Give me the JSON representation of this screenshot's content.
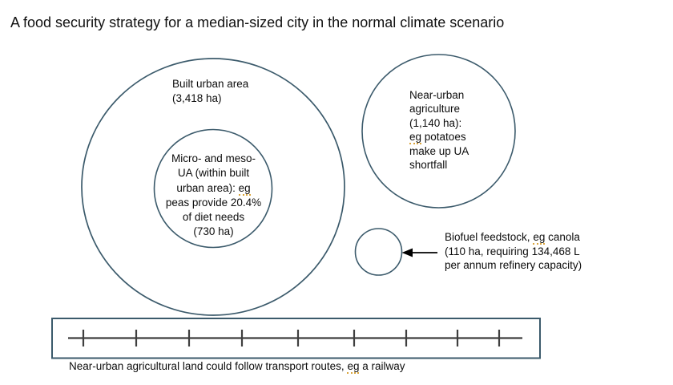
{
  "slide": {
    "title": "A food security strategy for a median-sized city in the normal climate scenario"
  },
  "built_urban_area": {
    "line1": "Built urban area",
    "line2": "(3,418 ha)"
  },
  "micro_meso_ua": {
    "line1": "Micro- and meso-",
    "line2": "UA (within built",
    "line3_pre": "urban area): ",
    "line3_eg": "eg",
    "line4": "peas provide 20.4%",
    "line5": "of diet needs",
    "line6": "(730 ha)"
  },
  "near_urban_agriculture": {
    "line1": "Near-urban",
    "line2": "agriculture",
    "line3": "(1,140 ha):",
    "line4_eg": "eg",
    "line4_post": " potatoes",
    "line5": "make up UA",
    "line6": "shortfall"
  },
  "biofuel_feedstock": {
    "line1_pre": "Biofuel feedstock, ",
    "line1_eg": "eg",
    "line1_post": " canola",
    "line2": "(110 ha, requiring 134,468 L",
    "line3": "per annum refinery capacity)"
  },
  "railway": {
    "caption_pre": "Near-urban agricultural land could follow transport routes, ",
    "caption_eg": "eg",
    "caption_post": " a railway"
  },
  "colors": {
    "shape_outline": "#3b5a6b",
    "rail_line": "#3f3f3f",
    "arrow": "#000000",
    "text": "#0d0d0d",
    "spellcheck_underline": "#d9a43b",
    "background": "#ffffff"
  }
}
